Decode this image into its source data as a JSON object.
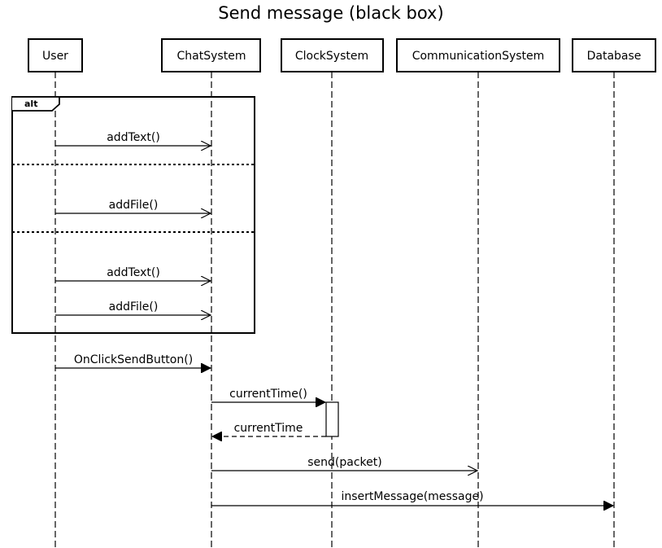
{
  "title": "Send message (black box)",
  "participants": [
    {
      "id": "user",
      "label": "User"
    },
    {
      "id": "chat",
      "label": "ChatSystem"
    },
    {
      "id": "clock",
      "label": "ClockSystem"
    },
    {
      "id": "comm",
      "label": "CommunicationSystem"
    },
    {
      "id": "db",
      "label": "Database"
    }
  ],
  "fragment": {
    "operator": "alt",
    "operands": [
      {
        "messages": [
          {
            "label": "addText()",
            "from": "User",
            "to": "ChatSystem",
            "kind": "async"
          }
        ]
      },
      {
        "messages": [
          {
            "label": "addFile()",
            "from": "User",
            "to": "ChatSystem",
            "kind": "async"
          }
        ]
      },
      {
        "messages": [
          {
            "label": "addText()",
            "from": "User",
            "to": "ChatSystem",
            "kind": "async"
          },
          {
            "label": "addFile()",
            "from": "User",
            "to": "ChatSystem",
            "kind": "async"
          }
        ]
      }
    ]
  },
  "messages": [
    {
      "label": "OnClickSendButton()",
      "from": "User",
      "to": "ChatSystem",
      "kind": "sync"
    },
    {
      "label": "currentTime()",
      "from": "ChatSystem",
      "to": "ClockSystem",
      "kind": "sync"
    },
    {
      "label": "currentTime",
      "from": "ClockSystem",
      "to": "ChatSystem",
      "kind": "return"
    },
    {
      "label": "send(packet)",
      "from": "ChatSystem",
      "to": "CommunicationSystem",
      "kind": "async"
    },
    {
      "label": "insertMessage(message)",
      "from": "ChatSystem",
      "to": "Database",
      "kind": "sync"
    }
  ]
}
